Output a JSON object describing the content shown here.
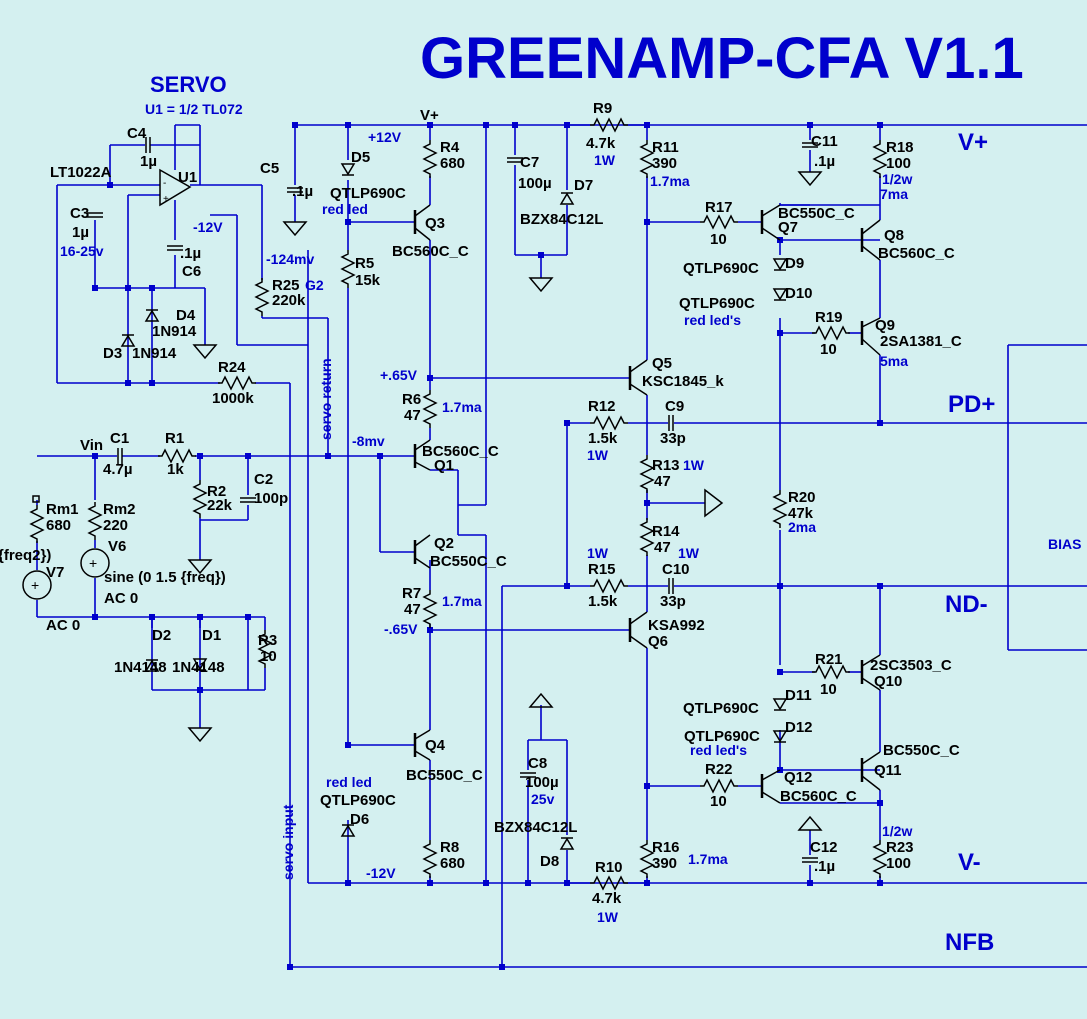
{
  "title": "GREENAMP-CFA V1.1",
  "servo_heading": "SERVO",
  "servo_note": "U1 = 1/2 TL072",
  "colors": {
    "background": "#d4f0f0",
    "wire": "#0000cc",
    "symbol": "#000000",
    "label": "#000000",
    "annotation": "#0000cc"
  },
  "ports": [
    "V+",
    "PD+",
    "ND-",
    "V-",
    "NFB",
    "BIAS"
  ],
  "components": [
    {
      "ref": "C4",
      "value": "1µ"
    },
    {
      "ref": "U1",
      "value": "LT1022A"
    },
    {
      "ref": "C3",
      "value": "1µ",
      "note": "16-25v"
    },
    {
      "ref": "C6",
      "value": ".1µ"
    },
    {
      "ref": "D4",
      "value": "1N914"
    },
    {
      "ref": "D3",
      "value": "1N914"
    },
    {
      "ref": "C5",
      "value": ".1µ"
    },
    {
      "ref": "R25",
      "value": "220k",
      "note": "G2"
    },
    {
      "ref": "R24",
      "value": "1000k"
    },
    {
      "ref": "D5",
      "value": "QTLP690C",
      "note": "red led"
    },
    {
      "ref": "R4",
      "value": "680"
    },
    {
      "ref": "Q3",
      "value": "BC560C_C"
    },
    {
      "ref": "R5",
      "value": "15k"
    },
    {
      "ref": "R6",
      "value": "47"
    },
    {
      "ref": "Q1",
      "value": "BC560C_C"
    },
    {
      "ref": "Q2",
      "value": "BC550C_C"
    },
    {
      "ref": "R7",
      "value": "47"
    },
    {
      "ref": "Q4",
      "value": "BC550C_C"
    },
    {
      "ref": "D6",
      "value": "QTLP690C",
      "note": "red led"
    },
    {
      "ref": "R8",
      "value": "680"
    },
    {
      "ref": "C1",
      "value": "4.7µ"
    },
    {
      "ref": "R1",
      "value": "1k"
    },
    {
      "ref": "R2",
      "value": "22k"
    },
    {
      "ref": "C2",
      "value": "100p"
    },
    {
      "ref": "Rm1",
      "value": "680"
    },
    {
      "ref": "Rm2",
      "value": "220"
    },
    {
      "ref": "V6",
      "value": "sine (0  1.5 {freq})",
      "note": "AC 0"
    },
    {
      "ref": "V7",
      "value": "{freq2})",
      "note": "AC 0"
    },
    {
      "ref": "D2",
      "value": "1N4148"
    },
    {
      "ref": "D1",
      "value": "1N4148"
    },
    {
      "ref": "R3",
      "value": "10"
    },
    {
      "ref": "C7",
      "value": "100µ"
    },
    {
      "ref": "D7",
      "value": "BZX84C12L"
    },
    {
      "ref": "R9",
      "value": "4.7k",
      "note": "1W"
    },
    {
      "ref": "R11",
      "value": "390",
      "note": "1.7ma"
    },
    {
      "ref": "R12",
      "value": "1.5k",
      "note": "1W"
    },
    {
      "ref": "C9",
      "value": "33p"
    },
    {
      "ref": "R13",
      "value": "47",
      "note": "1W"
    },
    {
      "ref": "R14",
      "value": "47",
      "note": "1W"
    },
    {
      "ref": "R15",
      "value": "1.5k",
      "note": "1W"
    },
    {
      "ref": "C10",
      "value": "33p"
    },
    {
      "ref": "Q5",
      "value": "KSC1845_k"
    },
    {
      "ref": "Q6",
      "value": "KSA992"
    },
    {
      "ref": "C8",
      "value": "100µ",
      "note": "25v"
    },
    {
      "ref": "D8",
      "value": "BZX84C12L"
    },
    {
      "ref": "R10",
      "value": "4.7k",
      "note": "1W"
    },
    {
      "ref": "R16",
      "value": "390",
      "note": "1.7ma"
    },
    {
      "ref": "C11",
      "value": ".1µ"
    },
    {
      "ref": "R18",
      "value": "100",
      "note": "1/2w 7ma"
    },
    {
      "ref": "R17",
      "value": "10"
    },
    {
      "ref": "Q7",
      "value": "BC550C_C"
    },
    {
      "ref": "Q8",
      "value": "BC560C_C"
    },
    {
      "ref": "D9",
      "value": "QTLP690C"
    },
    {
      "ref": "D10",
      "value": "QTLP690C",
      "note": "red led's"
    },
    {
      "ref": "R19",
      "value": "10"
    },
    {
      "ref": "Q9",
      "value": "2SA1381_C",
      "note": "5ma"
    },
    {
      "ref": "R20",
      "value": "47k",
      "note": "2ma"
    },
    {
      "ref": "R21",
      "value": "10"
    },
    {
      "ref": "Q10",
      "value": "2SC3503_C"
    },
    {
      "ref": "D11",
      "value": "QTLP690C"
    },
    {
      "ref": "D12",
      "value": "QTLP690C",
      "note": "red led's"
    },
    {
      "ref": "Q11",
      "value": "BC550C_C"
    },
    {
      "ref": "Q12",
      "value": "BC560C_C"
    },
    {
      "ref": "R22",
      "value": "10"
    },
    {
      "ref": "C12",
      "value": ".1µ"
    },
    {
      "ref": "R23",
      "value": "100",
      "note": "1/2w"
    }
  ],
  "nets": {
    "vplus": "V+",
    "p12": "+12V",
    "m12a": "-12V",
    "m12b": "-12V",
    "p65": "+.65V",
    "m65": "-.65V",
    "m8mv": "-8mv",
    "m124": "-124mv",
    "vin": "Vin",
    "servo_return": "servo return",
    "servo_input": "servo input"
  }
}
